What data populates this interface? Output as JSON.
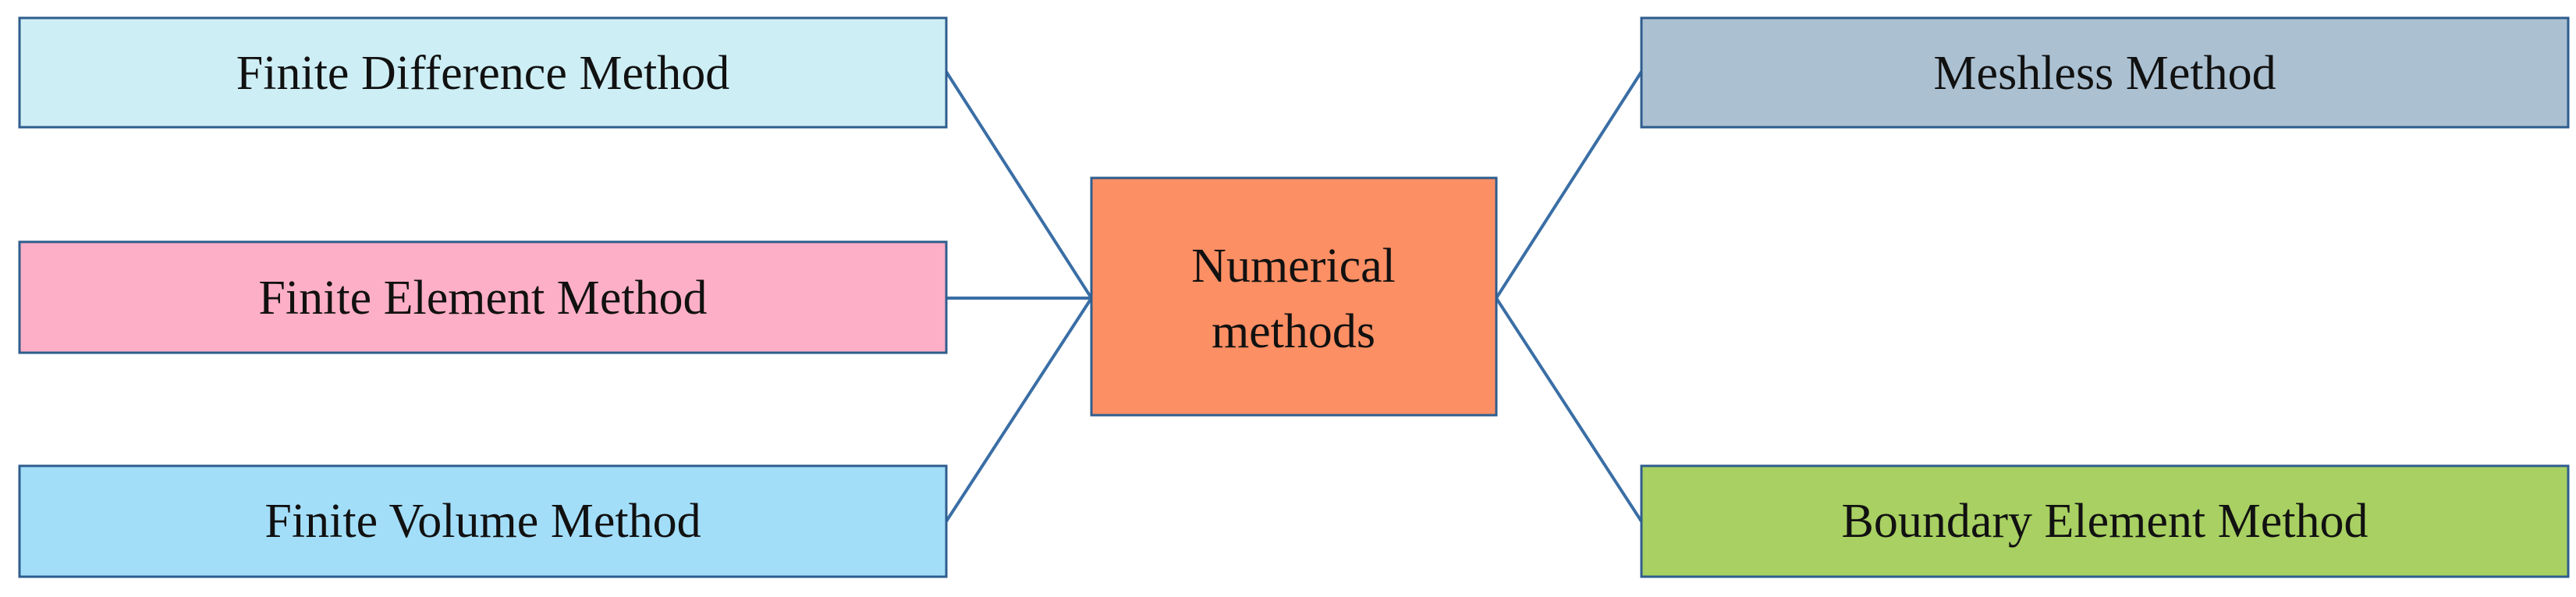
{
  "diagram": {
    "center": {
      "line1": "Numerical",
      "line2": "methods",
      "color": "#fd8f64"
    },
    "left": [
      {
        "label": "Finite Difference Method",
        "color": "#cdeef4"
      },
      {
        "label": "Finite Element Method",
        "color": "#fdafc7"
      },
      {
        "label": "Finite Volume Method",
        "color": "#a3def9"
      }
    ],
    "right": [
      {
        "label": "Meshless Method",
        "color": "#abc0d1"
      },
      {
        "label": "Boundary Element Method",
        "color": "#a8d062"
      }
    ],
    "connector_color": "#3a6ea5"
  }
}
